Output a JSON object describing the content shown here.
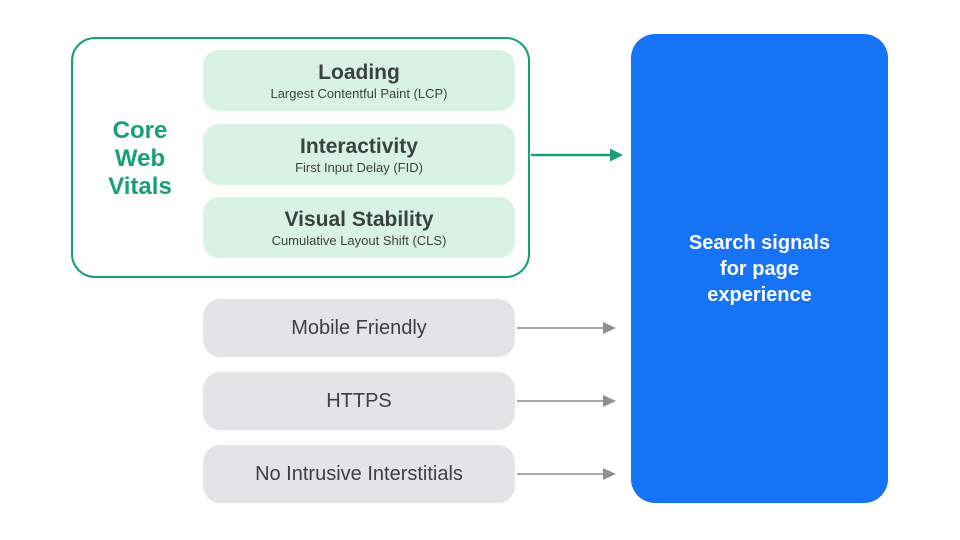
{
  "colors": {
    "teal": "#189F72",
    "mint_card": "#D8F3E5",
    "gray_card": "#E4E4E6",
    "blue_card": "#1773F5",
    "text_dark": "#3C4043",
    "text_white": "#FFFFFF",
    "arrow_gray_line": "#A5A8AC",
    "arrow_gray_head": "#8C9196"
  },
  "core_web_vitals": {
    "label": "Core\nWeb\nVitals",
    "items": [
      {
        "title": "Loading",
        "subtitle": "Largest Contentful Paint (LCP)"
      },
      {
        "title": "Interactivity",
        "subtitle": "First Input Delay (FID)"
      },
      {
        "title": "Visual Stability",
        "subtitle": "Cumulative Layout Shift (CLS)"
      }
    ]
  },
  "other_signals": [
    {
      "label": "Mobile Friendly"
    },
    {
      "label": "HTTPS"
    },
    {
      "label": "No Intrusive Interstitials"
    }
  ],
  "result": {
    "label": "Search signals\nfor page\nexperience"
  }
}
